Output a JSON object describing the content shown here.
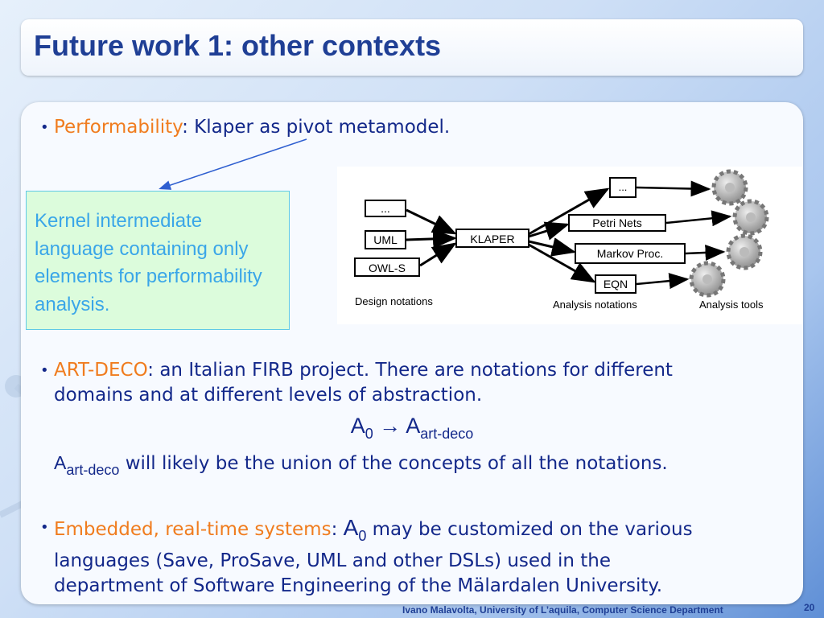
{
  "slide": {
    "title": "Future work 1: other contexts",
    "bullets": [
      {
        "highlight": "Performability",
        "text": ": Klaper as pivot metamodel."
      },
      {
        "highlight": "ART-DECO",
        "text_line1": ": an Italian FIRB project. There are notations for different",
        "text_line2": "domains and at different levels of abstraction."
      },
      {
        "highlight": "Embedded, real-time systems",
        "pre": ": ",
        "sym": "A",
        "sym_sub": "0",
        "text_line1": " may be customized on the various",
        "text_line2": "languages (Save, ProSave, UML and other DSLs) used in the",
        "text_line3": "department of Software Engineering of the Mälardalen University."
      }
    ],
    "callout": {
      "text": "Kernel intermediate language containing only elements for performability analysis."
    },
    "formula": {
      "a": "A",
      "a_sub": "0",
      "arrow": "→",
      "b": "A",
      "b_sub": "art-deco"
    },
    "union_line": {
      "a": "A",
      "a_sub": "art-deco",
      "text": " will likely be the union of the concepts of all the notations."
    },
    "footer": "Ivano Malavolta, University of L’aquila, Computer Science Department",
    "page_number": "20"
  },
  "diagram": {
    "inputs": [
      "...",
      "UML",
      "OWL-S"
    ],
    "pivot": "KLAPER",
    "outputs": [
      "...",
      "Petri Nets",
      "Markov Proc.",
      "EQN"
    ],
    "labels": {
      "design": "Design notations",
      "analysis": "Analysis notations",
      "tools": "Analysis tools"
    }
  },
  "colors": {
    "title": "#1f3f95",
    "body": "#13288a",
    "highlight": "#f07c1e",
    "callout_text": "#3aa6e8",
    "callout_bg": "#dcfcdc"
  }
}
